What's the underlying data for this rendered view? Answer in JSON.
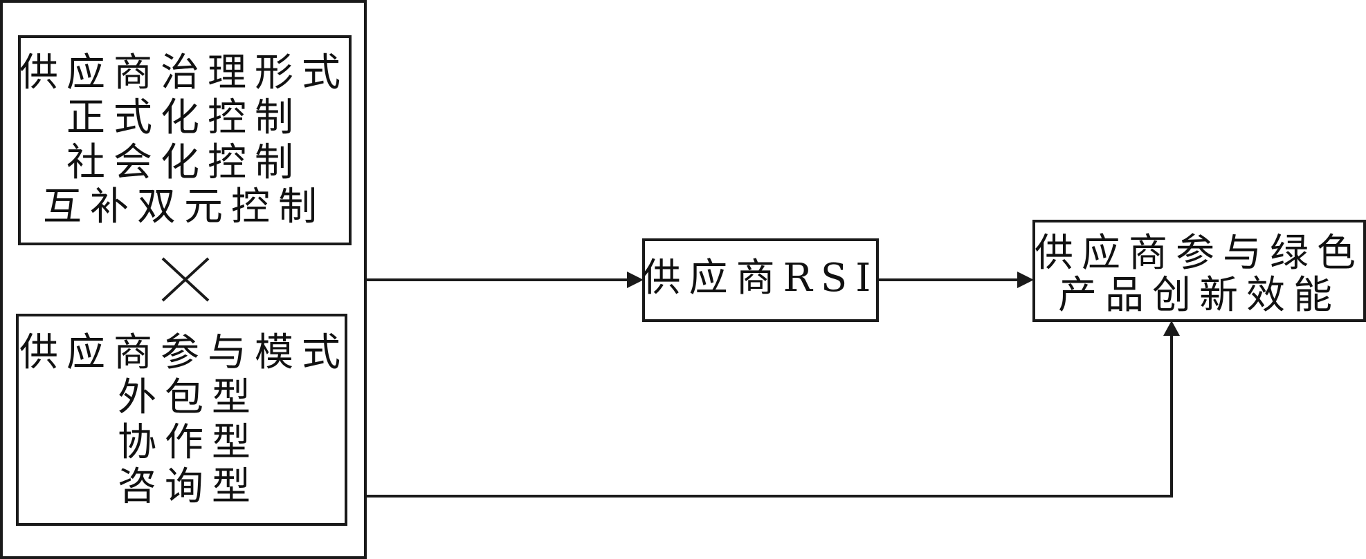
{
  "governance": {
    "title": "供应商治理形式",
    "items": [
      "正式化控制",
      "社会化控制",
      "互补双元控制"
    ]
  },
  "operator": "×",
  "participation": {
    "title": "供应商参与模式",
    "items": [
      "外包型",
      "协作型",
      "咨询型"
    ]
  },
  "mediator": {
    "label": "供应商RSI"
  },
  "outcome": {
    "lines": [
      "供应商参与绿色",
      "产品创新效能"
    ]
  }
}
